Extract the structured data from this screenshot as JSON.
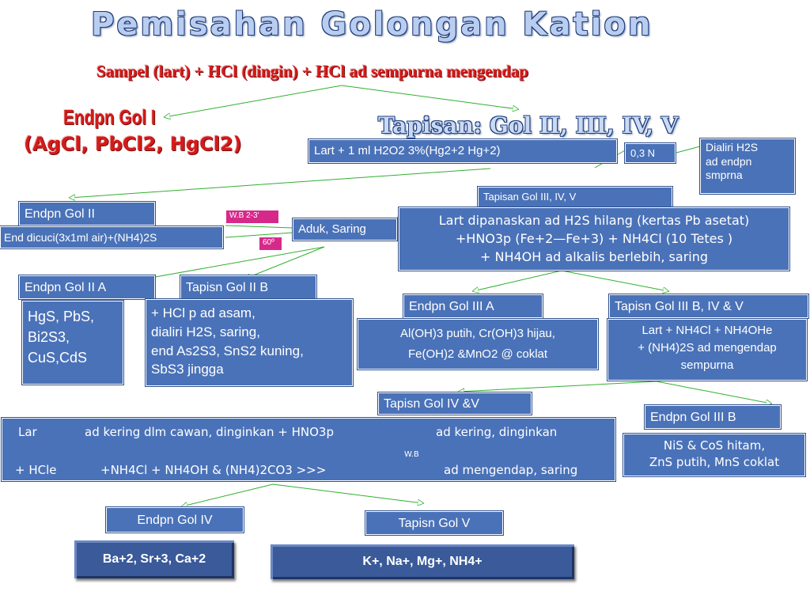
{
  "title": "Pemisahan Golongan Kation",
  "subtitle": "Sampel (lart) + HCl (dingin) + HCl ad sempurna mengendap",
  "gol1": {
    "heading": "Endpn Gol I",
    "formula": "(AgCl, PbCl2, HgCl2)"
  },
  "filtrate_heading": "Tapisan: Gol II, III, IV, V",
  "lart_h2o2": "Lart + 1 ml H2O2 3%(Hg2+2      Hg+2)",
  "hcl_conc": "0,3 N",
  "dialiri": [
    "Dialiri H2S",
    "ad endpn",
    "smprna"
  ],
  "tapisan_gol3": "Tapisan Gol III, IV, V",
  "dipanaskan": [
    "Lart dipanaskan ad H2S hilang (kertas Pb asetat)",
    "+HNO3p (Fe+2—Fe+3) + NH4Cl (10 Tetes )",
    "+ NH4OH ad alkalis berlebih, saring"
  ],
  "endpn_gol2": "Endpn Gol II",
  "dicuci": "End dicuci(3x1ml air)+(NH4)2S",
  "tag_wb": "W.B 2-3'",
  "tag_temp": "60º",
  "aduk": "Aduk, Saring",
  "endpn_gol2a": "Endpn Gol II A",
  "tapisn_gol2b": "Tapisn Gol II B",
  "gol2a_content": [
    "HgS, PbS,",
    "Bi2S3,",
    "CuS,CdS"
  ],
  "gol2b_content": [
    "+ HCl p ad asam,",
    "dialiri H2S,  saring,",
    "end As2S3, SnS2 kuning,",
    "SbS3 jingga"
  ],
  "endpn_gol3a": "Endpn Gol III A",
  "gol3a_content": [
    "Al(OH)3 putih, Cr(OH)3 hijau,",
    "Fe(OH)2 &MnO2 @ coklat"
  ],
  "tapisn_gol3b": "Tapisn Gol III B, IV & V",
  "gol3b_content": [
    "Lart       + NH4Cl + NH4OHe",
    "+ (NH4)2S ad mengendap",
    "sempurna"
  ],
  "tapisn_gol45": "Tapisn Gol IV &V",
  "endpn_gol3b": "Endpn Gol III B",
  "gol3b_result": [
    "NiS & CoS hitam,",
    "ZnS putih, MnS coklat"
  ],
  "lar_row1": [
    "Lar",
    "ad kering dlm cawan, dinginkan + HNO3p",
    "ad kering,  dinginkan"
  ],
  "lar_row2": [
    "+ HCle",
    "+NH4Cl + NH4OH & (NH4)2CO3 >>>",
    "ad mengendap, saring"
  ],
  "wb_small": "W.B",
  "endpn_gol4": "Endpn Gol IV",
  "tapisn_gol5": "Tapisn Gol V",
  "gol4_ions": "Ba+2, Sr+3, Ca+2",
  "gol5_ions": "K+, Na+, Mg+, NH4+"
}
